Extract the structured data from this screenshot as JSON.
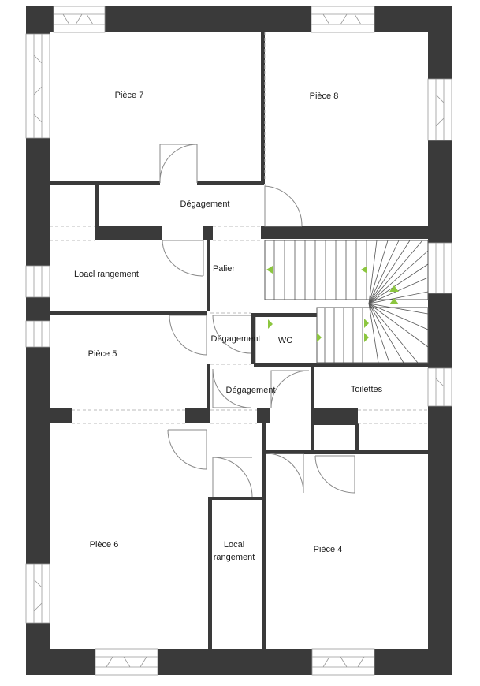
{
  "plan": {
    "rooms": {
      "piece7": "Pièce 7",
      "piece8": "Pièce 8",
      "degagement_top": "Dégagement",
      "local_rangement_1": "Loacl rangement",
      "palier": "Palier",
      "piece5": "Pièce 5",
      "degagement_mid": "Dégagement",
      "wc": "WC",
      "degagement_low": "Dégagement",
      "toilettes": "Toilettes",
      "piece6": "Pièce 6",
      "local_rangement_2_line1": "Local",
      "local_rangement_2_line2": "rangement",
      "piece4": "Pièce 4"
    },
    "colors": {
      "wall": "#3a3a3a",
      "arrow": "#8cc63f",
      "background": "#ffffff"
    }
  }
}
